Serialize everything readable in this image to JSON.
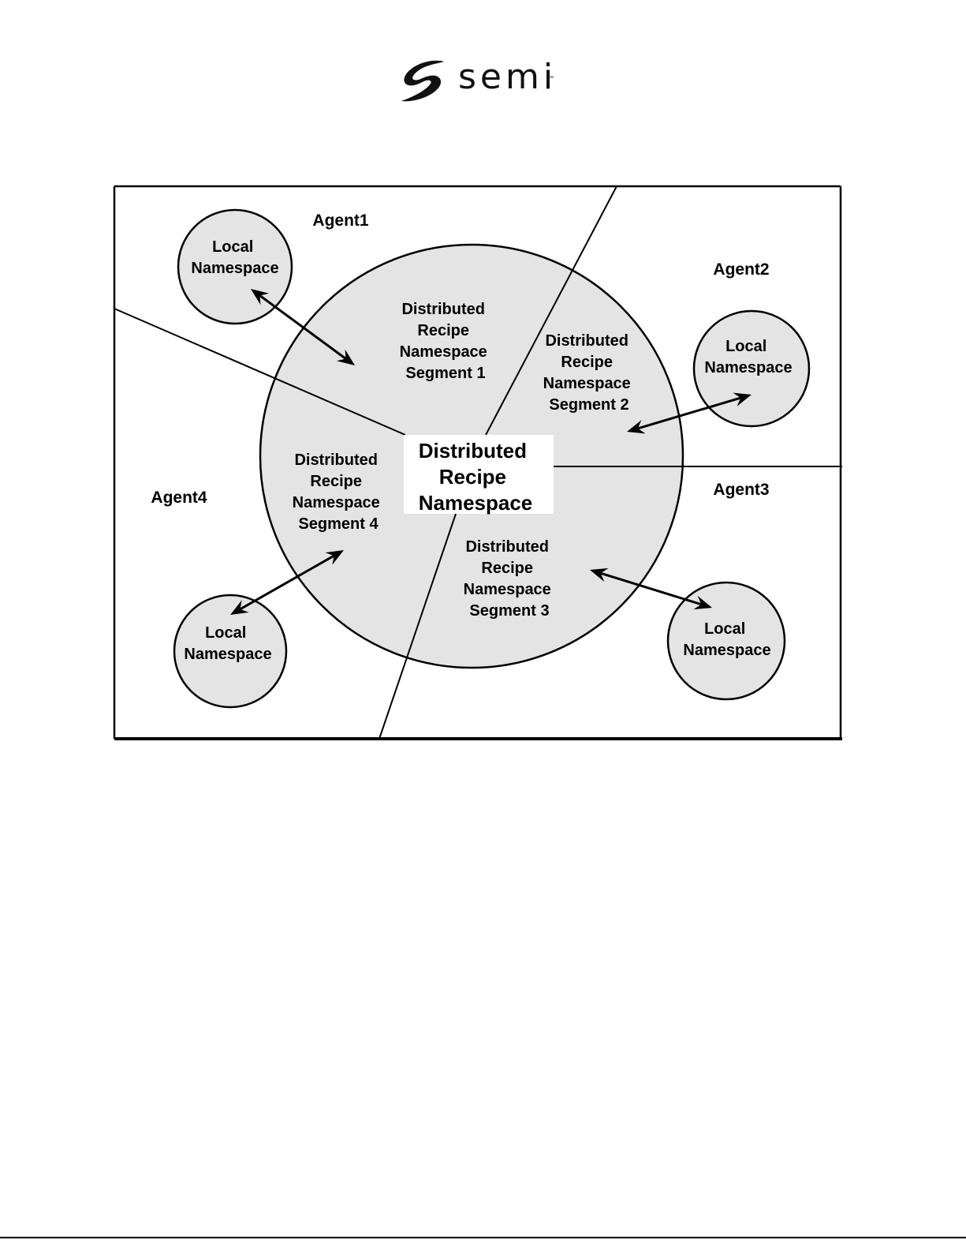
{
  "logo": {
    "text": "semi",
    "tm": "™"
  },
  "diagram": {
    "center_label": [
      "Distributed",
      "Recipe",
      "Namespace"
    ],
    "agents": [
      "Agent1",
      "Agent2",
      "Agent3",
      "Agent4"
    ],
    "segments": [
      [
        "Distributed",
        "Recipe",
        "Namespace",
        "Segment 1"
      ],
      [
        "Distributed",
        "Recipe",
        "Namespace",
        "Segment 2"
      ],
      [
        "Distributed",
        "Recipe",
        "Namespace",
        "Segment 3"
      ],
      [
        "Distributed",
        "Recipe",
        "Namespace",
        "Segment 4"
      ]
    ],
    "local_namespaces": [
      [
        "Local",
        "Namespace"
      ],
      [
        "Local",
        "Namespace"
      ],
      [
        "Local",
        "Namespace"
      ],
      [
        "Local",
        "Namespace"
      ]
    ]
  },
  "colors": {
    "circle_fill": "#e4e4e4",
    "line": "#000000",
    "center_box": "#ffffff"
  }
}
